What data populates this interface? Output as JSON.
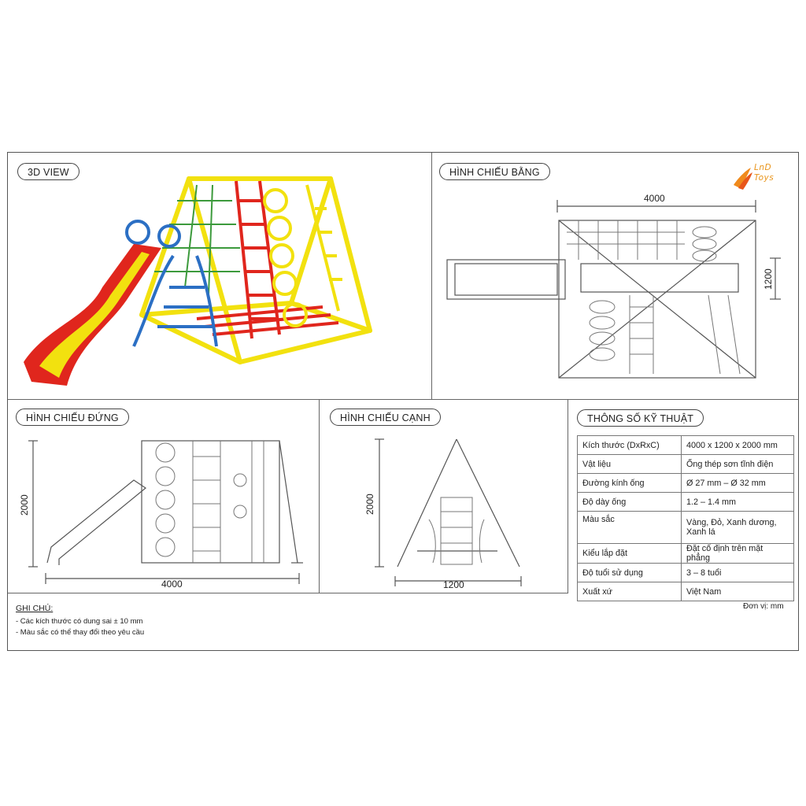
{
  "brand": {
    "line1": "LnD",
    "line2": "Toys",
    "color": "#e8941a"
  },
  "panels": {
    "view3d": {
      "title": "3D VIEW"
    },
    "top": {
      "title": "HÌNH CHIẾU BẰNG",
      "dim_width": "4000",
      "dim_depth": "1200"
    },
    "front": {
      "title": "HÌNH CHIẾU ĐỨNG",
      "dim_height": "2000",
      "dim_width": "4000"
    },
    "side": {
      "title": "HÌNH CHIẾU CẠNH",
      "dim_height": "2000",
      "dim_width": "1200"
    },
    "specs": {
      "title": "THÔNG SỐ KỸ THUẬT"
    }
  },
  "specs": [
    {
      "key": "Kích thước (DxRxC)",
      "value": "4000 x 1200 x 2000 mm"
    },
    {
      "key": "Vật liệu",
      "value": "Ống thép sơn tĩnh điện"
    },
    {
      "key": "Đường kính ống",
      "value": "Ø 27 mm – Ø 32 mm"
    },
    {
      "key": "Độ dày ống",
      "value": "1.2 – 1.4 mm"
    },
    {
      "key": "Màu sắc",
      "value": "Vàng, Đỏ, Xanh dương, Xanh lá"
    },
    {
      "key": "Kiểu lắp đặt",
      "value": "Đặt cố định trên mặt phẳng"
    },
    {
      "key": "Độ tuổi sử dụng",
      "value": "3 – 8 tuổi"
    },
    {
      "key": "Xuất xứ",
      "value": "Việt Nam"
    }
  ],
  "notes": {
    "title": "GHI CHÚ:",
    "items": [
      "- Các kích thước có dung sai ± 10 mm",
      "- Màu sắc có thể thay đổi theo yêu cầu"
    ]
  },
  "unit": "Đơn vị: mm",
  "colors": {
    "yellow": "#f2e10f",
    "red": "#e0261d",
    "blue": "#2b6fc4",
    "green": "#3c9a3c",
    "line": "#555555"
  }
}
